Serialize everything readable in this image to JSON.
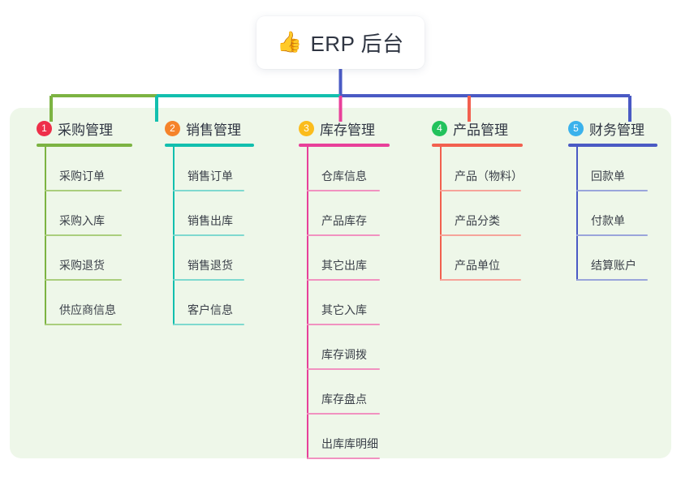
{
  "root": {
    "icon": "thumbs-up-emoji",
    "icon_glyph": "👍",
    "title": "ERP 后台"
  },
  "palette": {
    "panel_bg": "#eef7e9",
    "stem": "#4a5ac4",
    "green": "#7cb342",
    "teal": "#12bfae",
    "pink": "#e8409a",
    "red": "#f2604f",
    "blue": "#4a5ac4",
    "badge_1": "#ee2f49",
    "badge_2": "#f5832a",
    "badge_3": "#fbbc1c",
    "badge_4": "#22c25c",
    "badge_5": "#3ab2ec"
  },
  "columns": [
    {
      "number": "1",
      "label": "采购管理",
      "badge_color": "#ee2f49",
      "line_color": "#7cb342",
      "child_line_color": "#aace7d",
      "children": [
        {
          "label": "采购订单"
        },
        {
          "label": "采购入库"
        },
        {
          "label": "采购退货"
        },
        {
          "label": "供应商信息"
        }
      ]
    },
    {
      "number": "2",
      "label": "销售管理",
      "badge_color": "#f5832a",
      "line_color": "#12bfae",
      "child_line_color": "#7fd9cf",
      "children": [
        {
          "label": "销售订单"
        },
        {
          "label": "销售出库"
        },
        {
          "label": "销售退货"
        },
        {
          "label": "客户信息"
        }
      ]
    },
    {
      "number": "3",
      "label": "库存管理",
      "badge_color": "#fbbc1c",
      "line_color": "#e8409a",
      "child_line_color": "#f192c0",
      "children": [
        {
          "label": "仓库信息"
        },
        {
          "label": "产品库存"
        },
        {
          "label": "其它出库"
        },
        {
          "label": "其它入库"
        },
        {
          "label": "库存调拨"
        },
        {
          "label": "库存盘点"
        },
        {
          "label": "出库库明细"
        }
      ]
    },
    {
      "number": "4",
      "label": "产品管理",
      "badge_color": "#22c25c",
      "line_color": "#f2604f",
      "child_line_color": "#f6a49a",
      "children": [
        {
          "label": "产品（物料）"
        },
        {
          "label": "产品分类"
        },
        {
          "label": "产品单位"
        }
      ]
    },
    {
      "number": "5",
      "label": "财务管理",
      "badge_color": "#3ab2ec",
      "line_color": "#4a5ac4",
      "child_line_color": "#9aa5db",
      "children": [
        {
          "label": "回款单"
        },
        {
          "label": "付款单"
        },
        {
          "label": "结算账户"
        }
      ]
    }
  ]
}
